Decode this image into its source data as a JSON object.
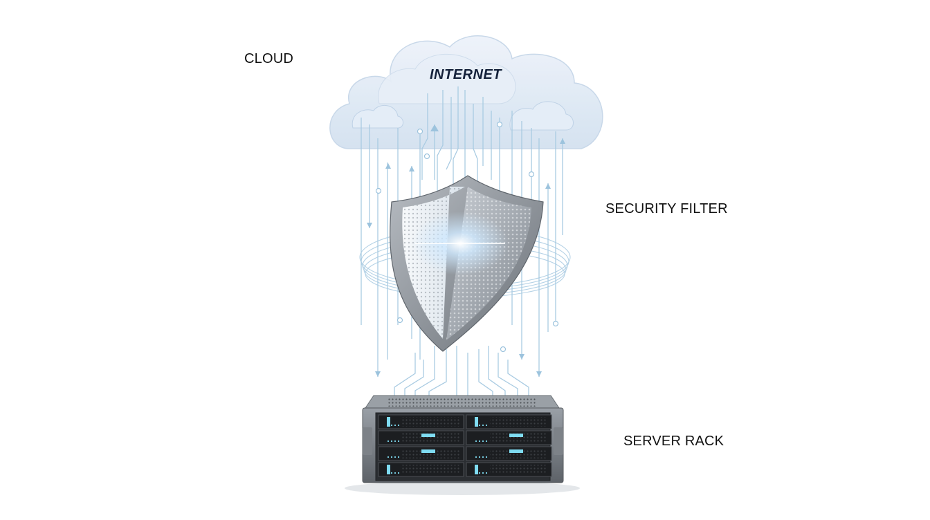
{
  "labels": {
    "cloud": "CLOUD",
    "security_filter": "SECURITY FILTER",
    "server_rack": "SERVER RACK"
  },
  "cloud": {
    "title": "INTERNET",
    "icon": "cloud-icon"
  },
  "shield": {
    "icon": "shield-icon"
  },
  "server": {
    "icon": "server-rack-icon",
    "units": 8
  },
  "colors": {
    "cloud_fill": "#dfe9f5",
    "cloud_edge": "#b9cde4",
    "data_line": "#9cc3dd",
    "shield_metal": "#8a8f96",
    "server_body": "#3a3d42",
    "server_led": "#7fdcf2",
    "text": "#111111"
  }
}
